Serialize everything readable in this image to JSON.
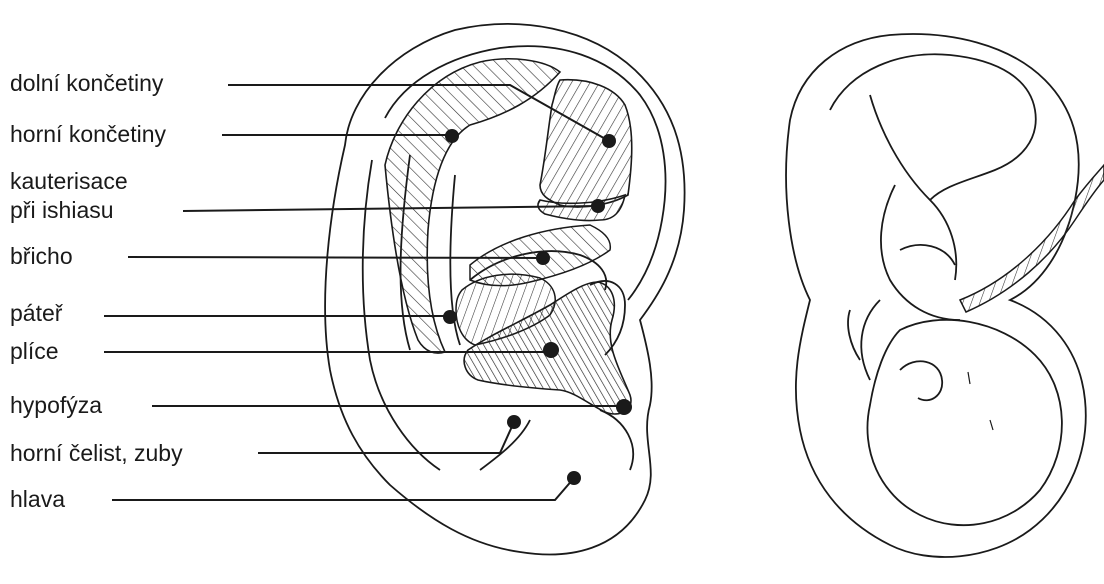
{
  "diagram": {
    "labels": [
      {
        "id": "lower-limbs",
        "text": "dolní končetiny"
      },
      {
        "id": "upper-limbs",
        "text": "horní končetiny"
      },
      {
        "id": "cauterization-line1",
        "text": "kauterisace"
      },
      {
        "id": "cauterization-line2",
        "text": "při ishiasu"
      },
      {
        "id": "abdomen",
        "text": "břicho"
      },
      {
        "id": "spine",
        "text": "páteř"
      },
      {
        "id": "lungs",
        "text": "plíce"
      },
      {
        "id": "pituitary",
        "text": "hypofýza"
      },
      {
        "id": "jaw-teeth",
        "text": "horní čelist,  zuby"
      },
      {
        "id": "head",
        "text": "hlava"
      }
    ],
    "colors": {
      "ink": "#1a1a1a",
      "background": "#ffffff",
      "hatch": "#333333"
    }
  }
}
